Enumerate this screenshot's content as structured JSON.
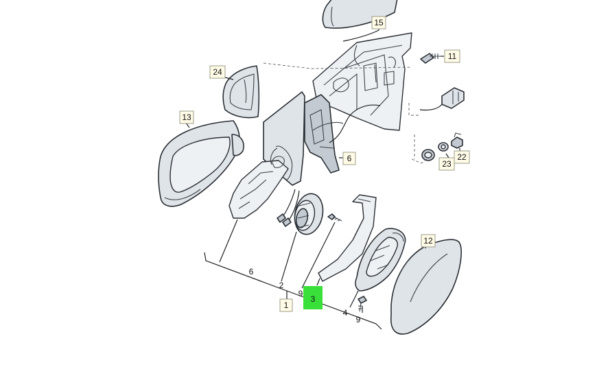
{
  "diagram": {
    "callouts": {
      "c15": "15",
      "c11": "11",
      "c24": "24",
      "c13": "13",
      "c6_right": "6",
      "c23": "23",
      "c22": "22",
      "c12": "12",
      "c1": "1"
    },
    "labels": {
      "l6_left": "6",
      "l2": "2",
      "l9_a": "9",
      "l3": "3",
      "l4": "4",
      "l9_b": "9"
    },
    "highlight": {
      "part_number": "3",
      "color": "#39e03a"
    },
    "colors": {
      "part_fill": "#dfe4e9",
      "outline": "#2a2f35",
      "callout_fill": "#fffbe6"
    }
  }
}
